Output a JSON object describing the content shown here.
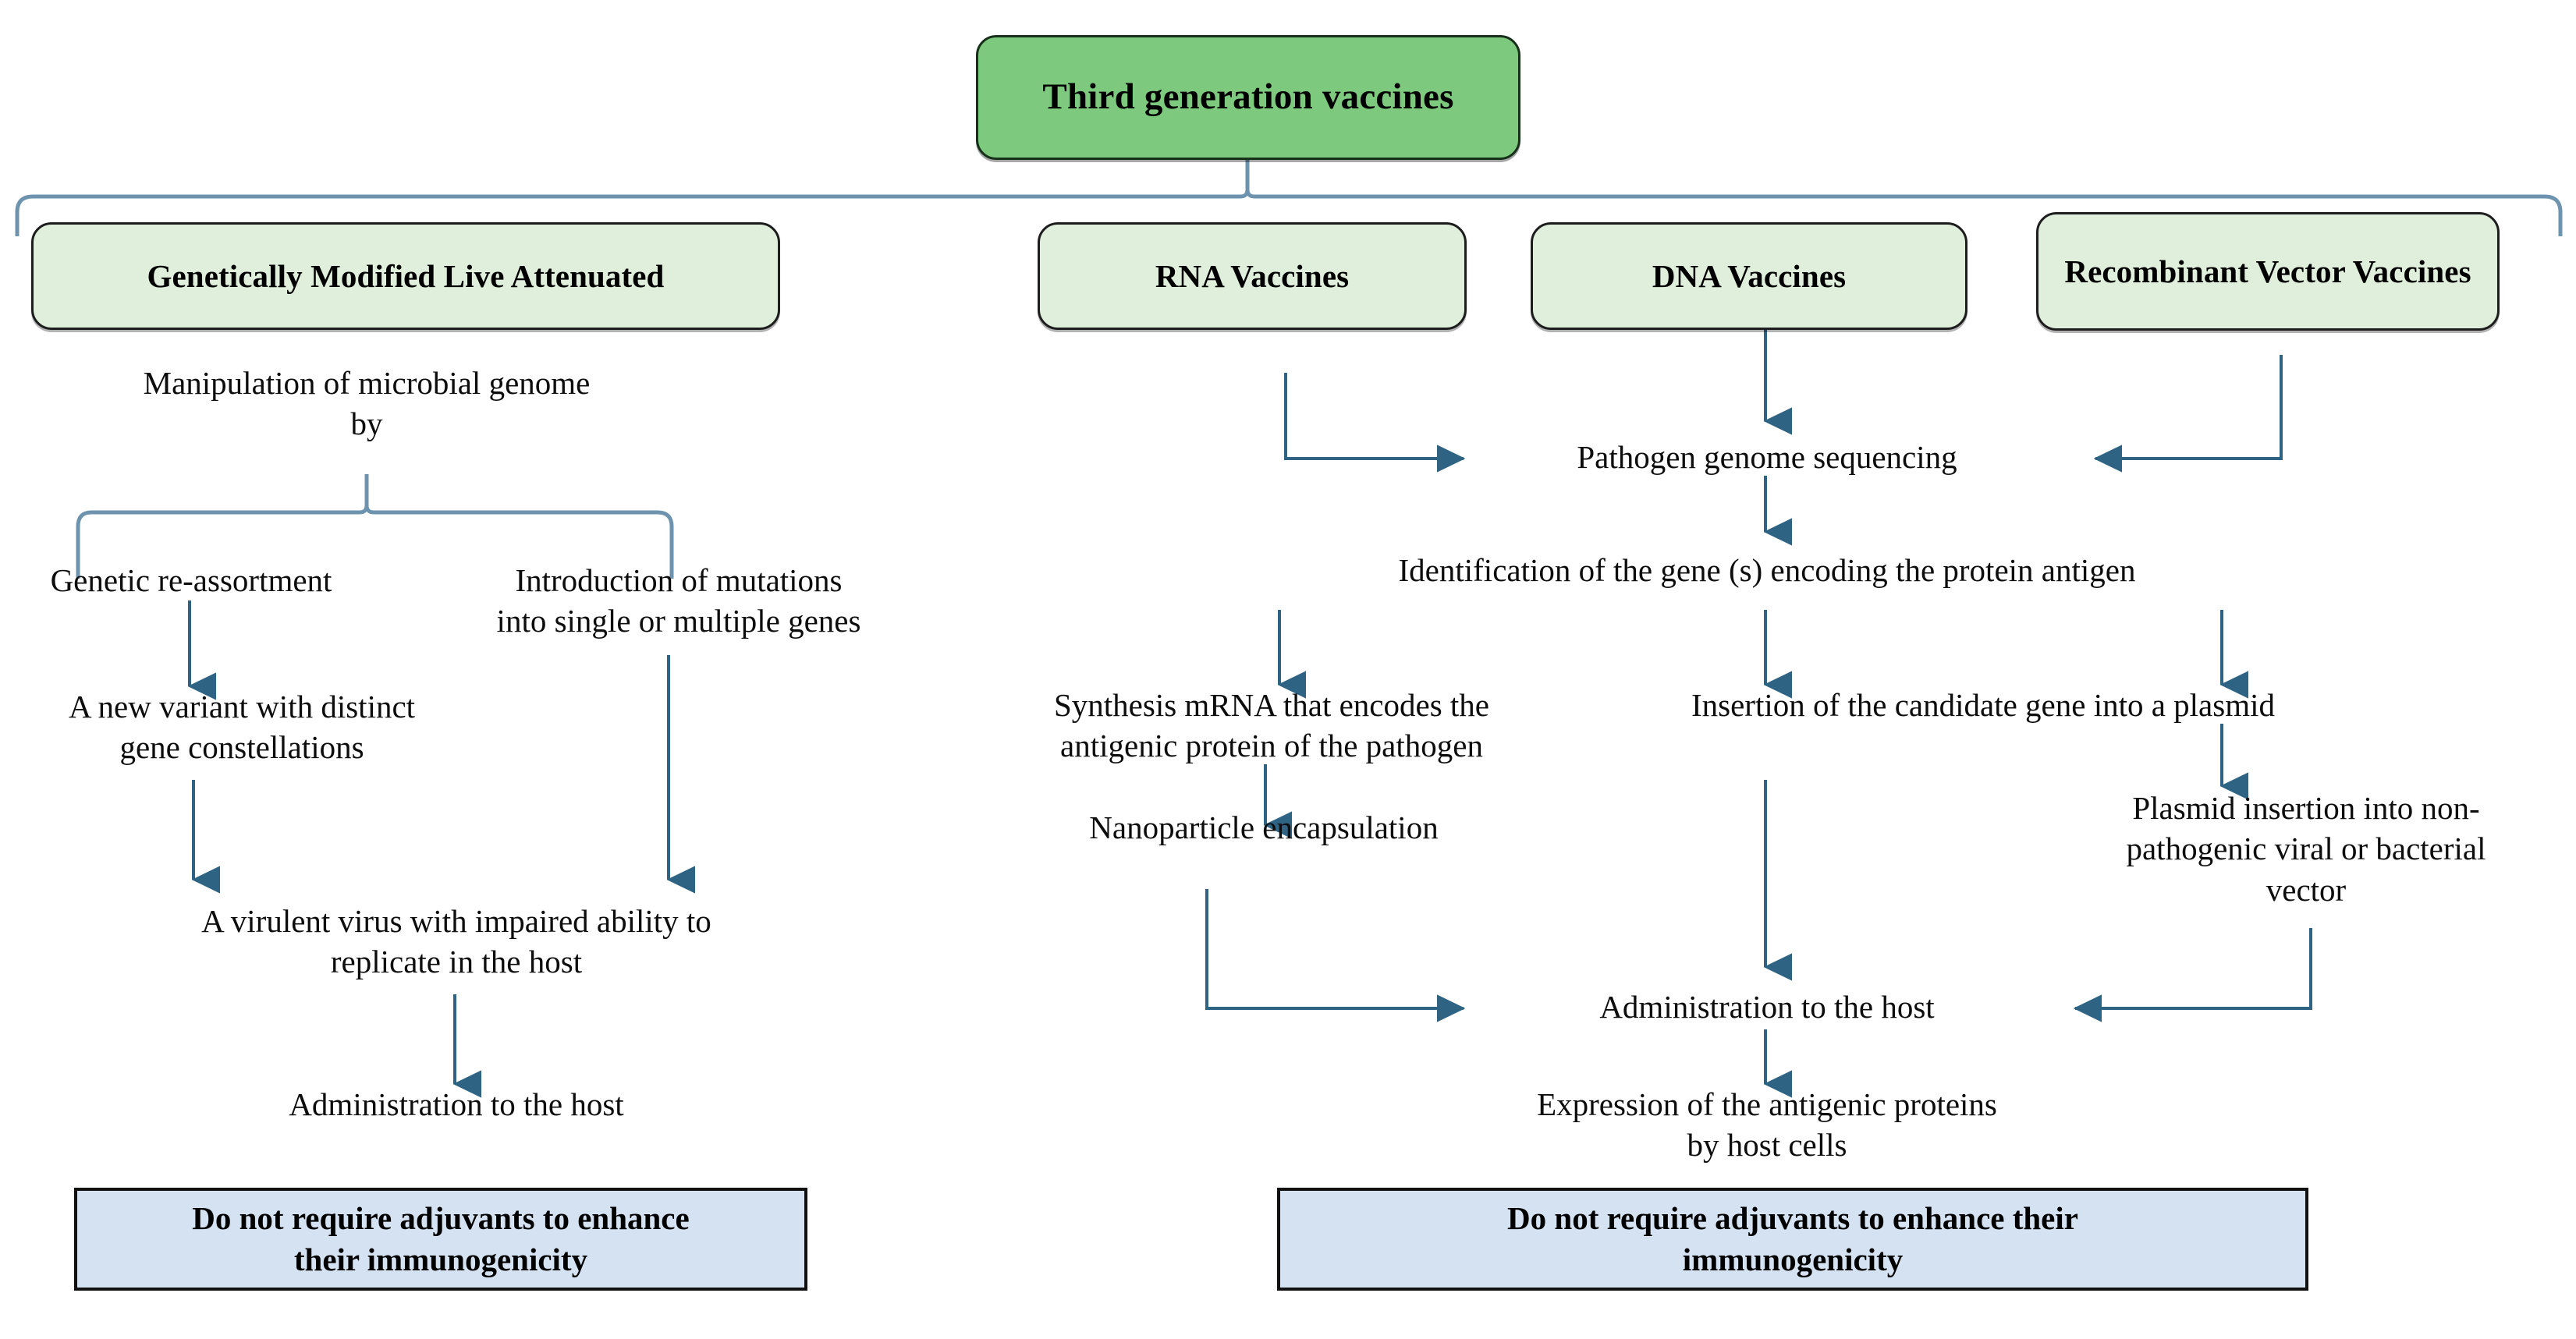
{
  "title_box": {
    "label": "Third generation vaccines"
  },
  "categories": [
    {
      "label": "Genetically Modified Live Attenuated"
    },
    {
      "label": "RNA Vaccines"
    },
    {
      "label": "DNA Vaccines"
    },
    {
      "label": "Recombinant Vector Vaccines"
    }
  ],
  "left_branch": {
    "manipulation": "Manipulation of microbial genome\nby",
    "reassortment": "Genetic re-assortment",
    "mutations": "Introduction of mutations\ninto single or multiple genes",
    "variant": "A new variant with distinct\ngene constellations",
    "virulent": "A virulent virus with impaired ability to\nreplicate in the host",
    "administration": "Administration to the host"
  },
  "right_branch": {
    "sequencing": "Pathogen genome sequencing",
    "identification": "Identification of the gene (s) encoding the protein antigen",
    "synthesis": "Synthesis mRNA that encodes the\nantigenic protein of the pathogen",
    "nanoparticle": "Nanoparticle encapsulation",
    "insertion": "Insertion of the candidate gene into a plasmid",
    "plasmid_vector": "Plasmid insertion into non-\npathogenic viral or bacterial\nvector",
    "administration": "Administration to the host",
    "expression": "Expression of  the antigenic proteins\nby host cells"
  },
  "footers": [
    {
      "label": "Do not require adjuvants to enhance\ntheir immunogenicity"
    },
    {
      "label": "Do not require adjuvants to enhance their\nimmunogenicity"
    }
  ],
  "colors": {
    "title_fill": "#7DCA7E",
    "category_fill": "#E0EFDC",
    "footer_fill": "#D5E2F2",
    "connector": "#2E6383",
    "brace": "#6E93AE",
    "box_border": "#1d1d1d",
    "text": "#0d0d0d"
  }
}
